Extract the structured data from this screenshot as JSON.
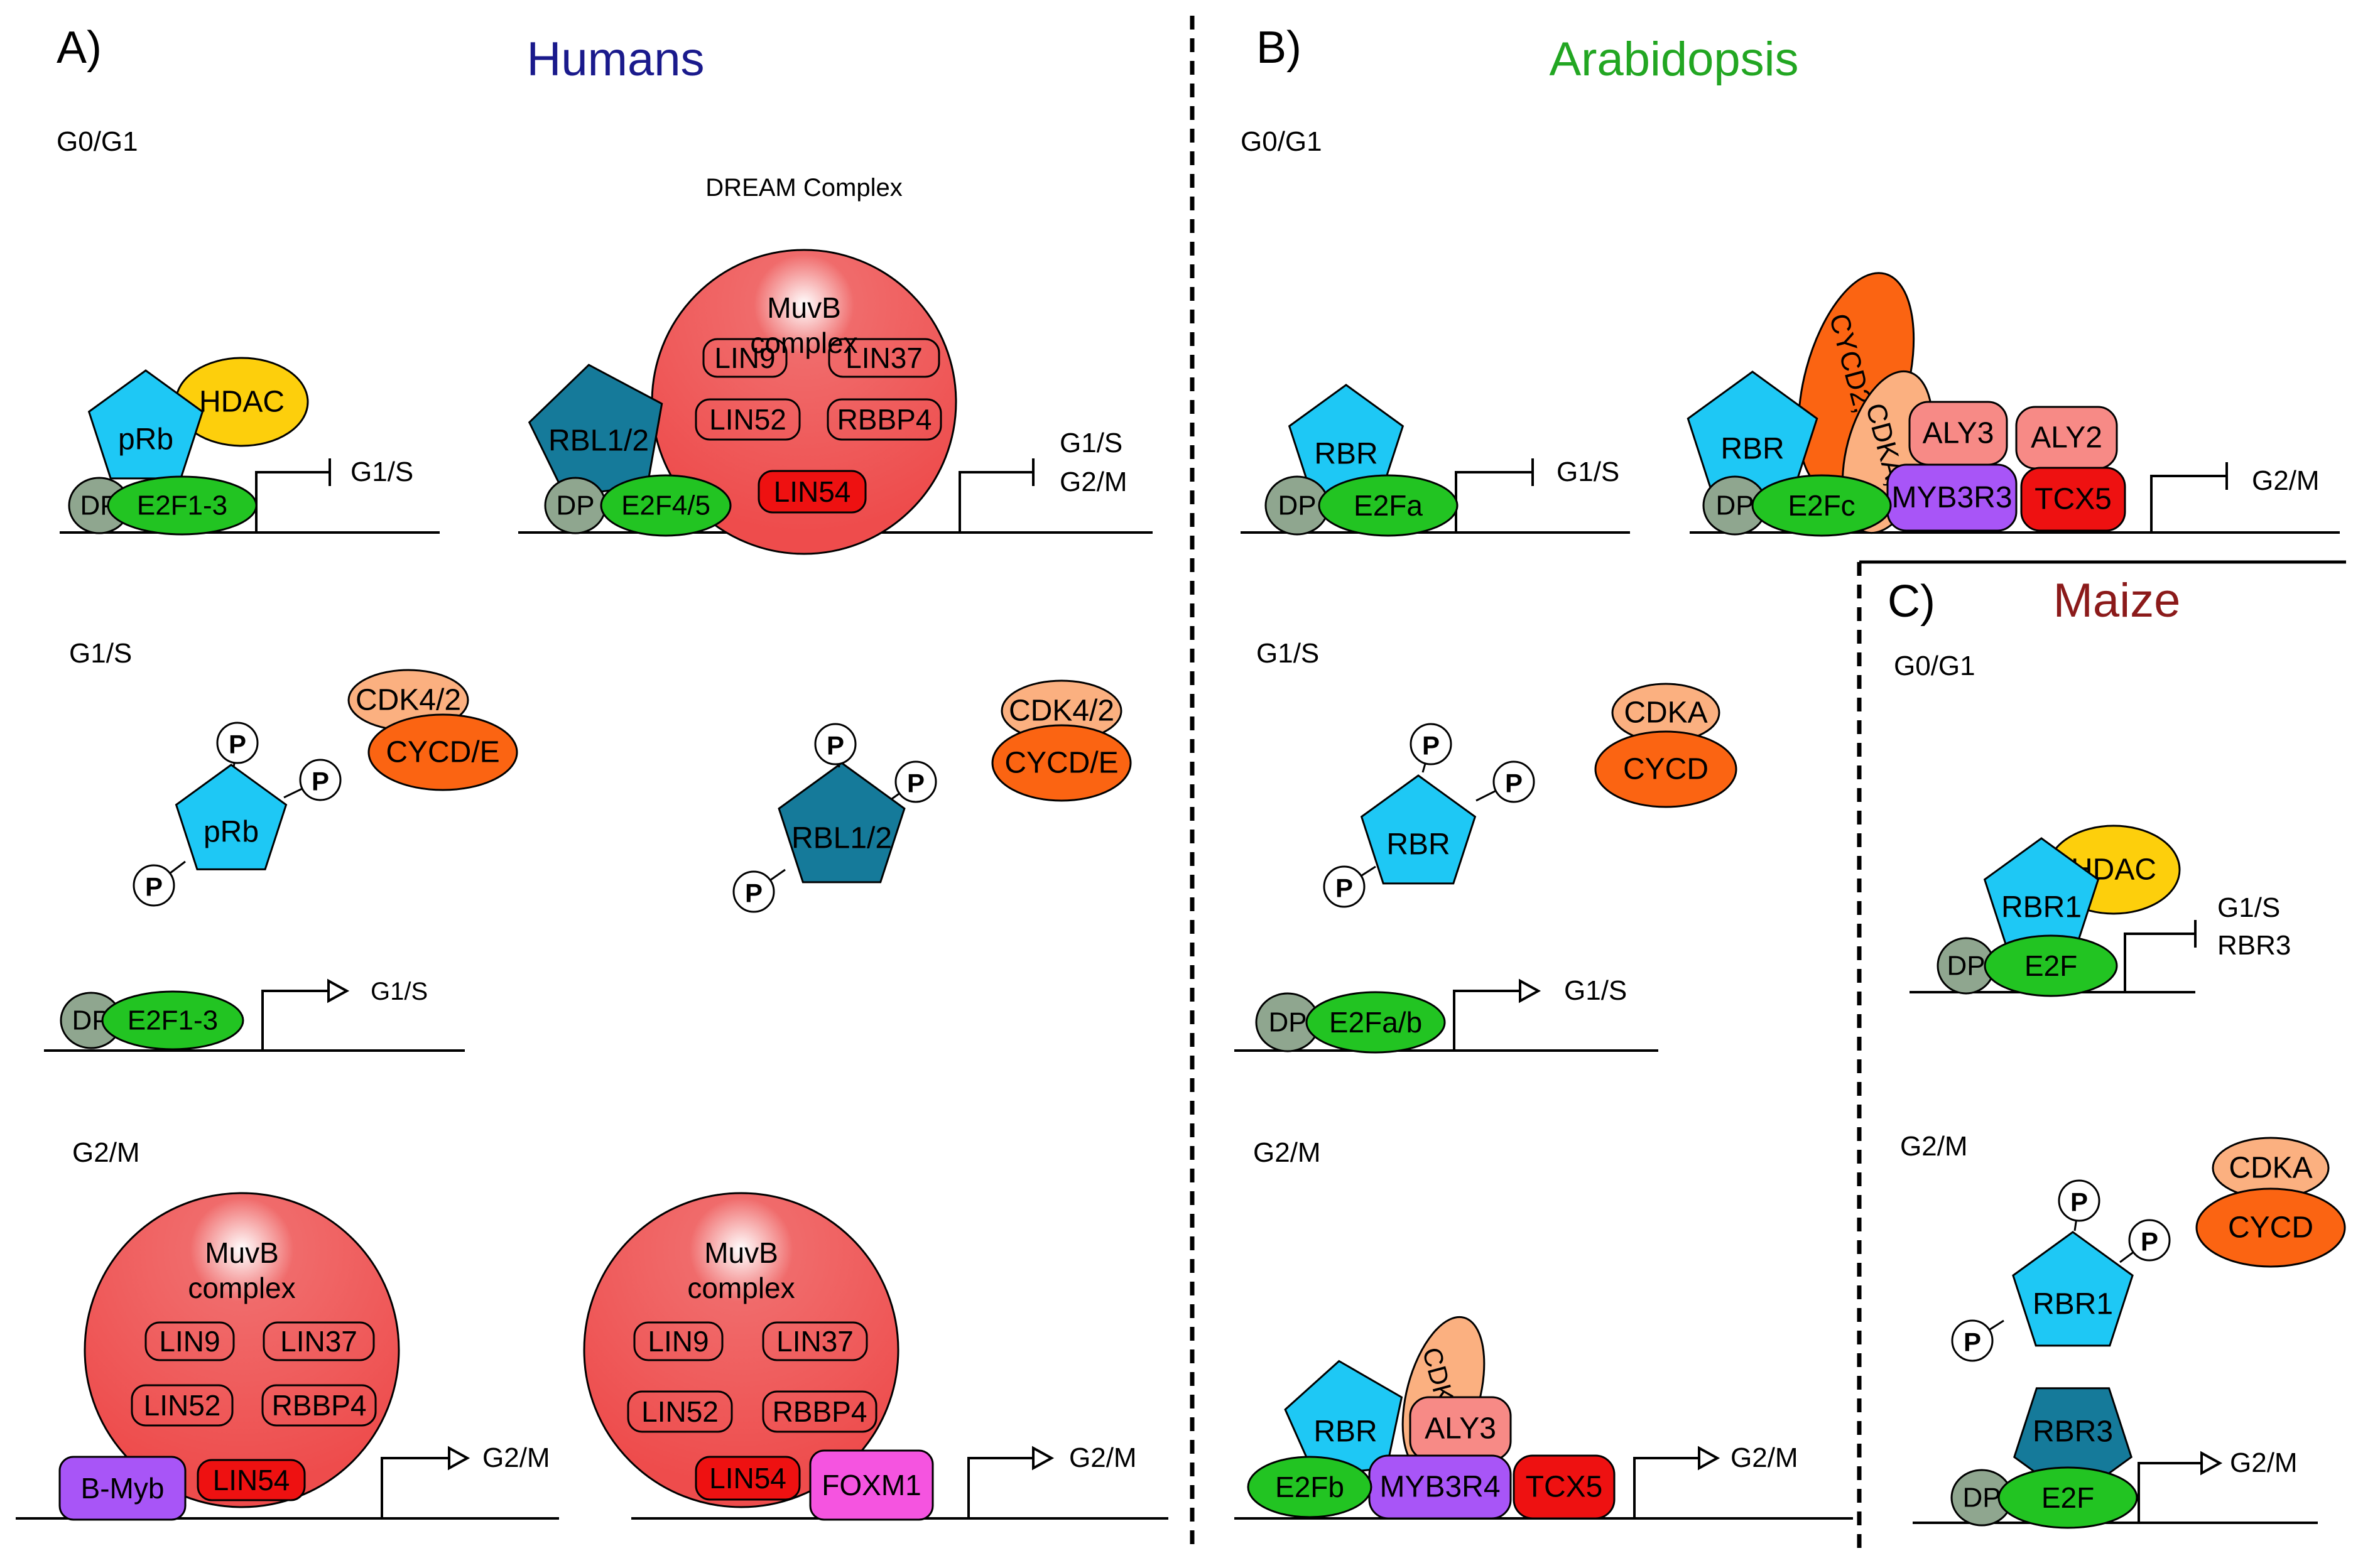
{
  "panels": {
    "a": {
      "letter": "A)",
      "title": "Humans",
      "stages": {
        "g0g1": "G0/G1",
        "g1s": "G1/S",
        "g2m": "G2/M"
      },
      "dream": "DREAM Complex",
      "muvb": [
        "MuvB",
        "complex"
      ],
      "muvb_subunits": [
        "LIN9",
        "LIN37",
        "LIN52",
        "RBBP4",
        "LIN54"
      ],
      "proteins": {
        "pRb": "pRb",
        "HDAC": "HDAC",
        "DP": "DP",
        "E2F13": "E2F1-3",
        "RBL12": "RBL1/2",
        "E2F45": "E2F4/5",
        "CDK42": "CDK4/2",
        "CYCDE": "CYCD/E",
        "BMyb": "B-Myb",
        "FOXM1": "FOXM1",
        "P": "P"
      },
      "targets": {
        "g1s": "G1/S",
        "g2m": "G2/M"
      }
    },
    "b": {
      "letter": "B)",
      "title": "Arabidopsis",
      "stages": {
        "g0g1": "G0/G1",
        "g1s": "G1/S",
        "g2m": "G2/M"
      },
      "proteins": {
        "RBR": "RBR",
        "DP": "DP",
        "E2Fa": "E2Fa",
        "E2Fc": "E2Fc",
        "E2Fab": "E2Fa/b",
        "E2Fb": "E2Fb",
        "CYCD2": "CYCD2;1/2",
        "CDKA1": "CDKA;1",
        "ALY3": "ALY3",
        "ALY2": "ALY2",
        "MYB3R3": "MYB3R3",
        "MYB3R4": "MYB3R4",
        "TCX5": "TCX5",
        "CDKA": "CDKA",
        "CYCD": "CYCD",
        "P": "P"
      },
      "targets": {
        "g1s": "G1/S",
        "g2m": "G2/M"
      }
    },
    "c": {
      "letter": "C)",
      "title": "Maize",
      "stages": {
        "g0g1": "G0/G1",
        "g2m": "G2/M"
      },
      "proteins": {
        "RBR1": "RBR1",
        "RBR3": "RBR3",
        "HDAC": "HDAC",
        "DP": "DP",
        "E2F": "E2F",
        "CDKA": "CDKA",
        "CYCD": "CYCD",
        "P": "P"
      },
      "targets": {
        "g1s": "G1/S",
        "rbr3": "RBR3",
        "g2m": "G2/M"
      }
    }
  },
  "colors": {
    "title_humans": "#1a1a8c",
    "title_arabidopsis": "#22a622",
    "title_maize": "#8b1a1a",
    "cyan": "#1ec8f5",
    "teal": "#157a9a",
    "green": "#22c422",
    "dp": "#8fa68f",
    "yellow": "#fdcf0c",
    "muvb": "#ee5050",
    "muvb_highlight": "#ffffff",
    "lin54": "#ee1111",
    "orange": "#fb6412",
    "peach": "#fbb080",
    "salmon": "#f78a86",
    "purple": "#a855f7",
    "red": "#ee1111",
    "magenta": "#f554e0"
  }
}
